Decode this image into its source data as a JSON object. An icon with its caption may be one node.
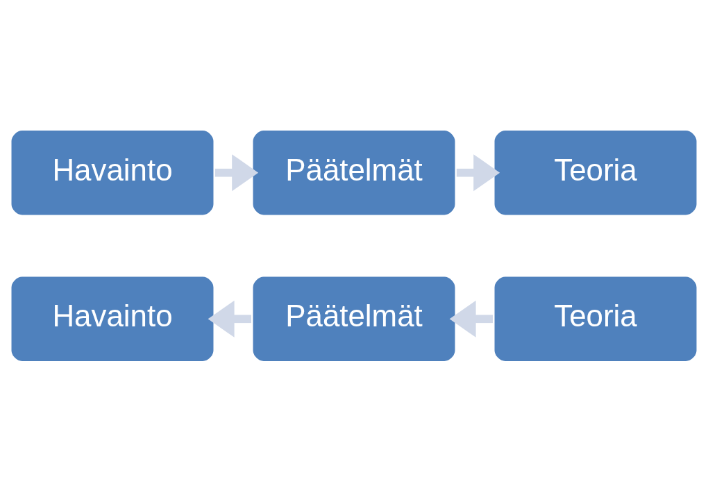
{
  "diagram": {
    "nodes": [
      {
        "text": [
          "Havainto"
        ]
      },
      {
        "text": [
          "Päätelmät"
        ]
      },
      {
        "text": [
          "Teoria"
        ]
      },
      {
        "text": [
          "Havainto"
        ]
      },
      {
        "text": [
          "Päätelmät"
        ]
      },
      {
        "text": [
          "Teoria"
        ]
      }
    ],
    "edges": [
      {
        "from": 0,
        "to": 1,
        "arrow": "to"
      },
      {
        "from": 1,
        "to": 2,
        "arrow": "to"
      },
      {
        "from": 5,
        "to": 4,
        "arrow": "to"
      },
      {
        "from": 4,
        "to": 3,
        "arrow": "to"
      }
    ]
  }
}
